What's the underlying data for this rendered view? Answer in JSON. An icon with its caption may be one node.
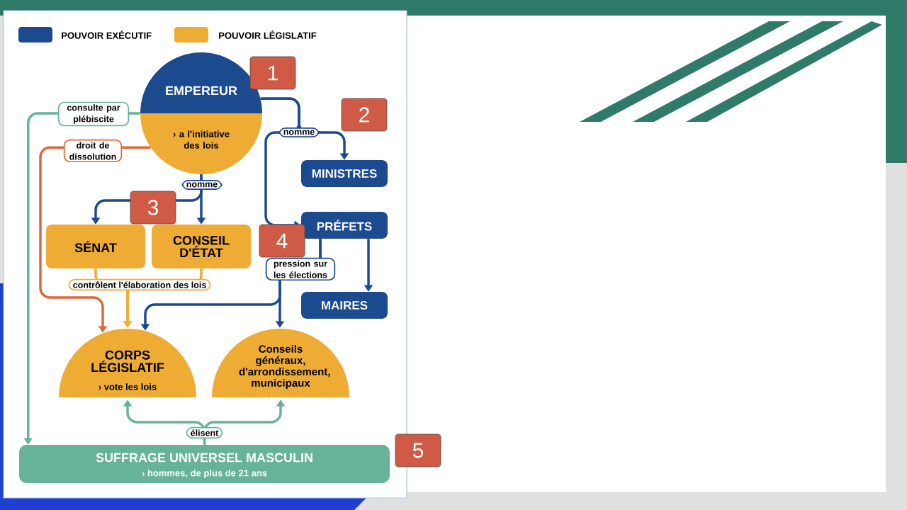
{
  "diagram": {
    "nodes": [
      {
        "text": [
          "EMPEREUR",
          "› a l'initiative des lois"
        ]
      },
      {
        "text": [
          "MINISTRES"
        ]
      },
      {
        "text": [
          "PRÉFETS"
        ]
      },
      {
        "text": [
          "MAIRES"
        ]
      },
      {
        "text": [
          "SÉNAT"
        ]
      },
      {
        "text": [
          "CONSEIL D'ÉTAT"
        ]
      },
      {
        "text": [
          "CORPS LÉGISLATIF",
          "› vote les lois"
        ]
      },
      {
        "text": [
          "Conseils généraux, d'arrondissement, municipaux"
        ]
      },
      {
        "text": [
          "SUFFRAGE UNIVERSEL MASCULIN",
          "› hommes, de plus de 21 ans"
        ]
      }
    ],
    "edges": [
      {
        "from": 0,
        "to": 1,
        "arrow": "to",
        "label": "nomme"
      },
      {
        "from": 0,
        "to": 2,
        "arrow": "to"
      },
      {
        "from": 0,
        "to": 4,
        "arrow": "to",
        "label": "nomme"
      },
      {
        "from": 0,
        "to": 5,
        "arrow": "to"
      },
      {
        "from": 0,
        "to": 8,
        "arrow": "to",
        "label": "consulte par plébiscite",
        "color": "#66b39a"
      },
      {
        "from": 0,
        "to": 6,
        "arrow": "to",
        "label": "droit de dissolution",
        "color": "#e0673a"
      },
      {
        "from": 4,
        "to": 6,
        "arrow": "to",
        "label": "contrôlent l'élaboration des lois",
        "color": "#eeac34"
      },
      {
        "from": 5,
        "to": 6,
        "arrow": "to",
        "color": "#eeac34"
      },
      {
        "from": 2,
        "to": 6,
        "arrow": "to"
      },
      {
        "from": 2,
        "to": 7,
        "arrow": "to",
        "label": "pression sur les élections"
      },
      {
        "from": 2,
        "to": 3,
        "arrow": "to"
      },
      {
        "from": 8,
        "to": 6,
        "arrow": "to",
        "label": "élisent",
        "color": "#66b39a"
      },
      {
        "from": 8,
        "to": 7,
        "arrow": "to",
        "color": "#66b39a"
      }
    ],
    "labels": [
      "1",
      "2",
      "3",
      "4",
      "5"
    ],
    "legend": [
      {
        "text": "POUVOIR EXÉCUTIF",
        "color": "#1c4a8f"
      },
      {
        "text": "POUVOIR LÉGISLATIF",
        "color": "#eeac34"
      }
    ]
  }
}
